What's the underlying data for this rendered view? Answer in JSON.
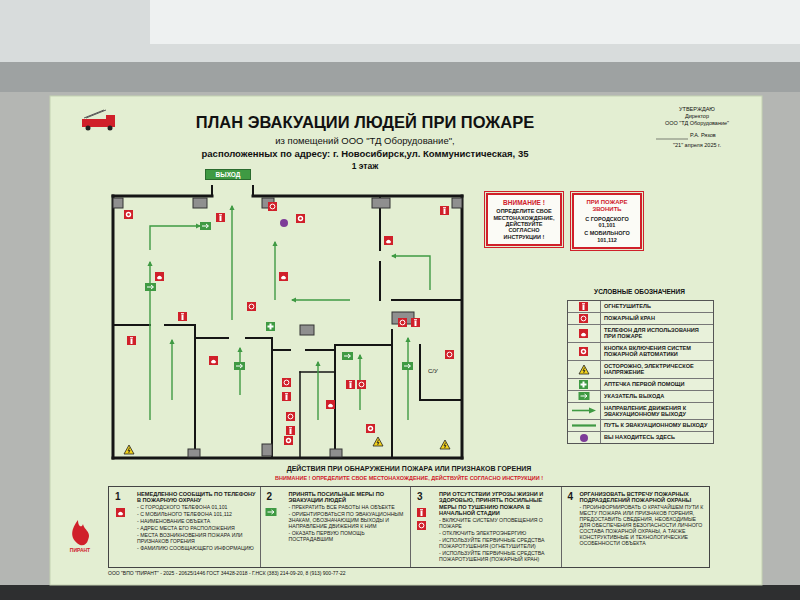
{
  "diagram": {
    "title": "ПЛАН ЭВАКУАЦИИ ЛЮДЕЙ ПРИ ПОЖАРЕ",
    "nodes": [
      {
        "text": [
          "ВЫХОД"
        ]
      },
      {
        "text": [
          "ВНИМАНИЕ !",
          "ОПРЕДЕЛИТЕ СВОЕ МЕСТОНАХОЖДЕНИЕ, ДЕЙСТВУЙТЕ СОГЛАСНО ИНСТРУКЦИИ !"
        ]
      },
      {
        "text": [
          "ПРИ ПОЖАРЕ ЗВОНИТЬ",
          "С ГОРОДСКОГО 01,101",
          "С МОБИЛЬНОГО 101,112"
        ]
      },
      {
        "text": [
          "ДЕЙСТВИЯ ПРИ ОБНАРУЖЕНИИ ПОЖАРА ИЛИ ПРИЗНАКОВ ГОРЕНИЯ",
          "ВНИМАНИЕ ! ОПРЕДЕЛИТЕ СВОЕ МЕСТОНАХОЖДЕНИЕ, ДЕЙСТВУЙТЕ СОГЛАСНО ИНСТРУКЦИИ !"
        ]
      },
      {
        "text": [
          "1",
          "НЕМЕДЛЕННО СООБЩИТЬ ПО ТЕЛЕФОНУ В ПОЖАРНУЮ ОХРАНУ",
          "- С ГОРОДСКОГО ТЕЛЕФОНА 01,101",
          "- С МОБИЛЬНОГО ТЕЛЕФОНА 101,112",
          "- НАИМЕНОВАНИЕ ОБЪЕКТА",
          "- АДРЕС МЕСТА ЕГО РАСПОЛОЖЕНИЯ",
          "- МЕСТА ВОЗНИКНОВЕНИЯ ПОЖАРА ИЛИ ПРИЗНАКОВ ГОРЕНИЯ",
          "- ФАМИЛИЮ СООБЩАЮЩЕГО ИНФОРМАЦИЮ"
        ],
        "in": 3
      },
      {
        "text": [
          "2",
          "ПРИНЯТЬ ПОСИЛЬНЫЕ МЕРЫ ПО ЭВАКУАЦИИ ЛЮДЕЙ",
          "- ПРЕКРАТИТЬ ВСЕ РАБОТЫ НА ОБЪЕКТЕ",
          "- ОРИЕНТИРОВАТЬСЯ ПО ЭВАКУАЦИОННЫМ ЗНАКАМ, ОБОЗНАЧАЮЩИМ ВЫХОДЫ И НАПРАВЛЕНИЕ ДВИЖЕНИЯ К НИМ",
          "- ОКАЗАТЬ ПЕРВУЮ ПОМОЩЬ ПОСТРАДАВШИМ"
        ],
        "in": 3
      },
      {
        "text": [
          "3",
          "ПРИ ОТСУТСТВИИ УГРОЗЫ ЖИЗНИ И ЗДОРОВЬЮ, ПРИНЯТЬ ПОСИЛЬНЫЕ МЕРЫ ПО ТУШЕНИЮ ПОЖАРА В НАЧАЛЬНОЙ СТАДИИ",
          "- ВКЛЮЧИТЕ СИСТЕМУ ОПОВЕЩЕНИЯ О ПОЖАРЕ",
          "- ОТКЛЮЧИТЬ ЭЛЕКТРОЭНЕРГИЮ",
          "- ИСПОЛЬЗУЙТЕ ПЕРВИЧНЫЕ СРЕДСТВА ПОЖАРОТУШЕНИЯ (ОГНЕТУШИТЕЛИ)",
          "- ИСПОЛЬЗУЙТЕ ПЕРВИЧНЫЕ СРЕДСТВА ПОЖАРОТУШЕНИЯ (ПОЖАРНЫЙ КРАН)"
        ],
        "in": 3
      },
      {
        "text": [
          "4",
          "ОРГАНИЗОВАТЬ ВСТРЕЧУ ПОЖАРНЫХ ПОДРАЗДЕЛЕНИЙ ПОЖАРНОЙ ОХРАНЫ",
          "- ПРОИНФОРМИРОВАТЬ О КРАТЧАЙШЕМ ПУТИ К МЕСТУ ПОЖАРА ИЛИ ПРИЗНАКОВ ГОРЕНИЯ, ПРЕДОСТАВИТЬ СВЕДЕНИЯ, НЕОБХОДИМЫЕ ДЛЯ ОБЕСПЕЧЕНИЯ БЕЗОПАСНОСТИ ЛИЧНОГО СОСТАВА ПОЖАРНОЙ ОХРАНЫ, А ТАКЖЕ КОНСТРУКТИВНЫЕ И ТЕХНОЛОГИЧЕСКИЕ ОСОБЕННОСТИ ОБЪЕКТА"
        ],
        "in": 3
      }
    ],
    "labels": [
      "из помещений ООО \"ТД Оборудование\",",
      "расположенных по адресу: г. Новосибирск,ул. Коммунистическая, 35",
      "1 этаж",
      "УТВЕРЖДАЮ",
      "Директор",
      "ООО \"ТД Оборудование\"",
      "Р.А. Рязов",
      "\"21\" апреля 2025 г.",
      "УСЛОВНЫЕ ОБОЗНАЧЕНИЯ",
      "С/У",
      "ООО \"ВПО \"ПИРАНТ\" - 2025 - 20625/1446 ГОСТ 34428-2018 - Г.НСК (383) 214-09-20, 8 (913) 900-77-22",
      "ПИРАНТ"
    ],
    "legend": [
      {
        "text": "ОГНЕТУШИТЕЛЬ"
      },
      {
        "text": "ПОЖАРНЫЙ КРАН"
      },
      {
        "text": "ТЕЛЕФОН ДЛЯ ИСПОЛЬЗОВАНИЯ ПРИ ПОЖАРЕ"
      },
      {
        "text": "КНОПКА ВКЛЮЧЕНИЯ СИСТЕМ ПОЖАРНОЙ АВТОМАТИКИ"
      },
      {
        "text": "ОСТОРОЖНО, ЭЛЕКТРИЧЕСКОЕ НАПРЯЖЕНИЕ"
      },
      {
        "text": "АПТЕЧКА ПЕРВОЙ ПОМОЩИ"
      },
      {
        "text": "УКАЗАТЕЛЬ ВЫХОДА"
      },
      {
        "text": "НАПРАВЛЕНИЕ ДВИЖЕНИЯ К ЭВАКУАЦИОННОМУ ВЫХОДУ"
      },
      {
        "text": "ПУТЬ К ЭВАКУАЦИОННОМУ ВЫХОДУ"
      },
      {
        "text": "ВЫ НАХОДИТЕСЬ ЗДЕСЬ",
        "color": "#7d3c98"
      }
    ]
  }
}
